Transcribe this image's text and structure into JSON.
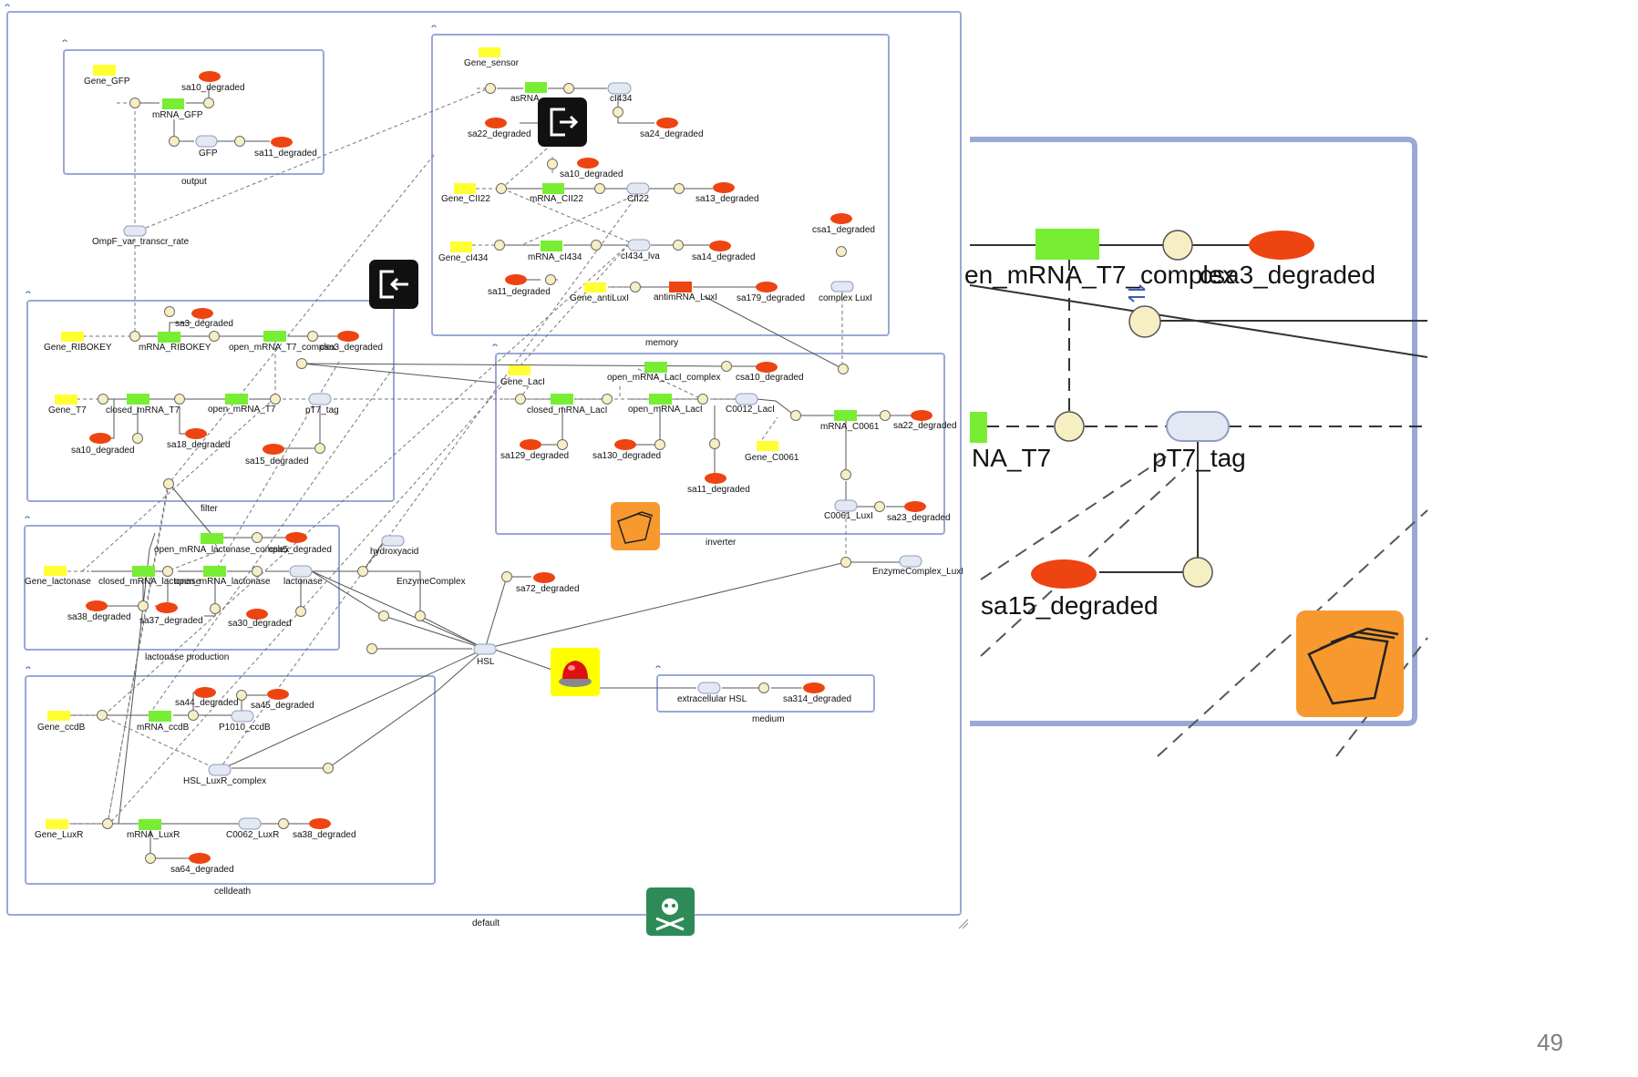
{
  "compartments": {
    "default": "default",
    "output": "output",
    "memory": "memory",
    "filter": "filter",
    "inverter": "inverter",
    "lactonase": "lactonase production",
    "medium": "medium",
    "celldeath": "celldeath"
  },
  "species": {
    "gene_gfp": "Gene_GFP",
    "sa10_out": "sa10_degraded",
    "mrna_gfp": "mRNA_GFP",
    "gfp": "GFP",
    "sa11_out": "sa11_degraded",
    "ompf": "OmpF_var_transcr_rate",
    "gene_sensor": "Gene_sensor",
    "asrna": "asRNA",
    "cl434": "cI434",
    "sa22_mem": "sa22_degraded",
    "sa24_mem": "sa24_degraded",
    "sa10_mem": "sa10_degraded",
    "gene_cii22": "Gene_CII22",
    "mrna_cii22": "mRNA_CII22",
    "cii22": "CII22",
    "sa13_mem": "sa13_degraded",
    "csa1": "csa1_degraded",
    "gene_cl434": "Gene_cI434",
    "mrna_cl434": "mRNA_cI434",
    "cl434_lva": "cI434_lva",
    "sa14_mem": "sa14_degraded",
    "sa11_mem": "sa11_degraded",
    "gene_antiluxl": "Gene_antiLuxI",
    "antimrna": "antimRNA_LuxI",
    "sa179": "sa179_degraded",
    "complex_luxl": "complex LuxI",
    "sa3": "sa3_degraded",
    "gene_ribokey": "Gene_RIBOKEY",
    "mrna_ribokey": "mRNA_RIBOKEY",
    "open_t7_complex": "open_mRNA_T7_complex",
    "csa3": "csa3_degraded",
    "gene_t7": "Gene_T7",
    "closed_t7": "closed_mRNA_T7",
    "open_t7": "open_mRNA_T7",
    "pt7": "pT7_tag",
    "sa10_fil": "sa10_degraded",
    "sa18": "sa18_degraded",
    "sa15": "sa15_degraded",
    "gene_lacl": "Gene_LacI",
    "open_lacl_complex": "open_mRNA_LacI_complex",
    "csa10": "csa10_degraded",
    "closed_lacl": "closed_mRNA_LacI",
    "open_lacl": "open_mRNA_LacI",
    "c0012": "C0012_LacI",
    "mrna_c0061": "mRNA_C0061",
    "sa22_inv": "sa22_degraded",
    "gene_c0061": "Gene_C0061",
    "sa129": "sa129_degraded",
    "sa130": "sa130_degraded",
    "sa11_inv": "sa11_degraded",
    "c0061_luxl": "C0061_LuxI",
    "sa23": "sa23_degraded",
    "enzyme_luxl": "EnzymeComplex_LuxI",
    "open_lact_complex": "open_mRNA_lactonase_complex",
    "csa5": "csa5_degraded",
    "hydroxyacid": "hydroxyacid",
    "gene_lact": "Gene_lactonase",
    "closed_lact": "closed_mRNA_lactonase",
    "open_lact": "open_mRNA_lactonase",
    "lactonase": "lactonase",
    "enzymecomplex": "EnzymeComplex",
    "sa38_lac": "sa38_degraded",
    "sa37": "sa37_degraded",
    "sa30": "sa30_degraded",
    "sa72": "sa72_degraded",
    "hsl": "HSL",
    "ext_hsl": "extracellular HSL",
    "sa314": "sa314_degraded",
    "sa44": "sa44_degraded",
    "sa45": "sa45_degraded",
    "gene_ccdb": "Gene_ccdB",
    "mrna_ccdb": "mRNA_ccdB",
    "p1010": "P1010_ccdB",
    "hsl_luxr": "HSL_LuxR_complex",
    "gene_luxr": "Gene_LuxR",
    "mrna_luxr": "mRNA_LuxR",
    "c0062": "C0062_LuxR",
    "sa38_cd": "sa38_degraded",
    "sa64": "sa64_degraded"
  },
  "zoom": {
    "mrna_label": "en_mRNA_T7_complex",
    "csa3": "csa3_degraded",
    "na_t7": "NA_T7",
    "pt7": "pT7_tag",
    "sa15": "sa15_degraded"
  },
  "icons": {
    "exit": "exit-icon",
    "enter": "enter-icon",
    "layers": "layers-icon",
    "alarm": "alarm-button-icon",
    "skull": "skull-crossbones-icon"
  },
  "colors": {
    "gene": "#ffff33",
    "mrna": "#77ee33",
    "degraded": "#ee4411",
    "protein": "#e3e8f3",
    "process": "#f7efc4",
    "compartment": "#9aa8d6"
  },
  "slide_number": "49"
}
